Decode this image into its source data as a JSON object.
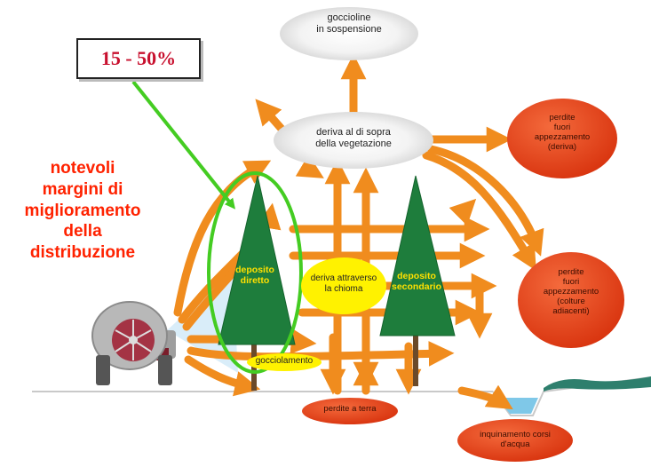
{
  "percent_box": {
    "text": "15 - 50%"
  },
  "side_note": {
    "text": "notevoli\nmargini di\nmiglioramento\ndella\ndistribuzione"
  },
  "clouds": {
    "top": {
      "text": "goccioline\nin sospensione"
    },
    "middle": {
      "text": "deriva al di sopra\ndella vegetazione"
    }
  },
  "trees": {
    "left": {
      "text": "deposito\ndiretto"
    },
    "right": {
      "text": "deposito\nsecondario"
    }
  },
  "yellow_labels": {
    "center": {
      "text": "deriva attraverso\nla chioma"
    },
    "drip": {
      "text": "gocciolamento"
    }
  },
  "red_ellipses": {
    "drift": {
      "text": "perdite\nfuori\nappezzamento\n(deriva)"
    },
    "crops": {
      "text": "perdite\nfuori\nappezzamento\n(colture\nadiacenti)"
    },
    "ground": {
      "text": "perdite a terra"
    },
    "water": {
      "text": "inquinamento corsi\nd'acqua"
    }
  },
  "colors": {
    "arrow": "#f08c1e",
    "tree": "#1e7d3c",
    "red_ellipse": "#e8401c",
    "yellow": "#fff200",
    "green_highlight": "#44cc22",
    "water": "#7fc8e8",
    "side_text": "#ff2200",
    "percent_text": "#c8102e"
  },
  "icons": [
    "sprayer-icon",
    "tree-icon",
    "cloud-icon",
    "arrow-icon"
  ]
}
